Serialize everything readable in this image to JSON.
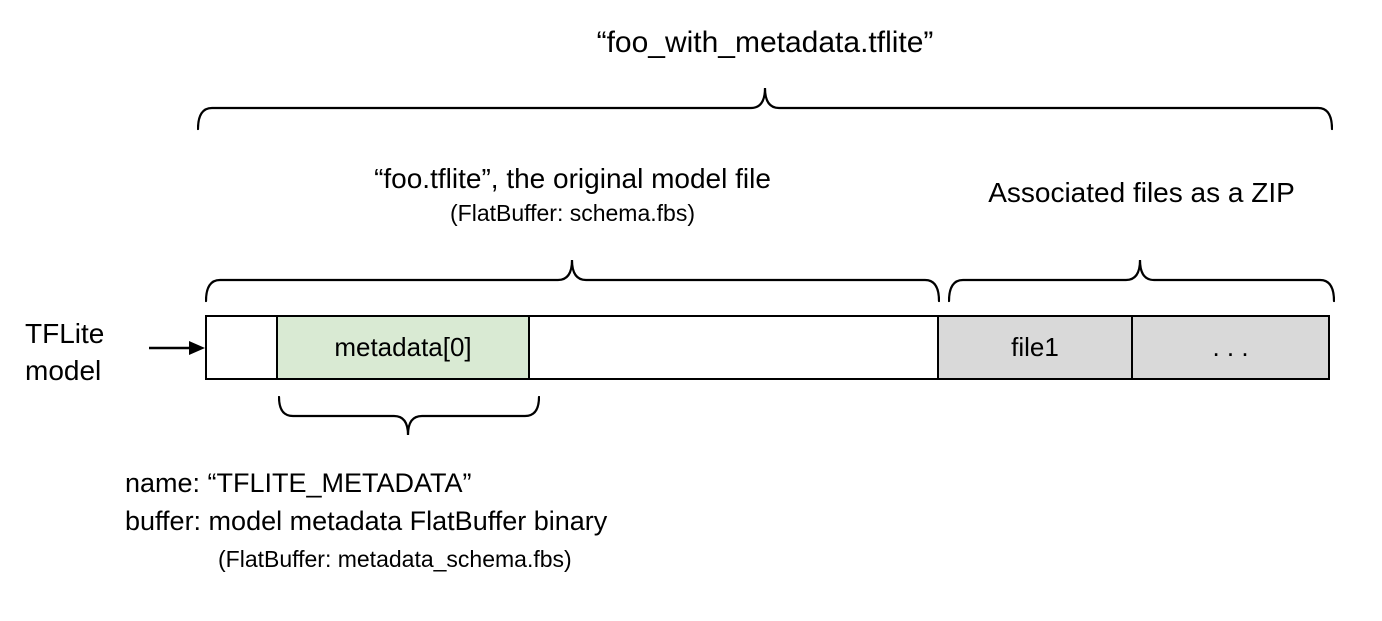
{
  "title": "“foo_with_metadata.tflite”",
  "model_file": {
    "line1": "“foo.tflite”, the original model file",
    "line2": "(FlatBuffer: schema.fbs)"
  },
  "zip_label": "Associated files as a ZIP",
  "model_pointer": {
    "line1": "TFLite",
    "line2": "model"
  },
  "bar": {
    "segments": [
      {
        "label": "",
        "fill": "#ffffff"
      },
      {
        "label": "metadata[0]",
        "fill": "#d9ead3"
      },
      {
        "label": "",
        "fill": "#ffffff"
      },
      {
        "label": "file1",
        "fill": "#d9d9d9"
      },
      {
        "label": ". . .",
        "fill": "#d9d9d9"
      }
    ]
  },
  "metadata_note": {
    "line1": "name: “TFLITE_METADATA”",
    "line2": "buffer: model metadata FlatBuffer binary",
    "line3": "(FlatBuffer: metadata_schema.fbs)"
  },
  "colors": {
    "segment_green": "#d9ead3",
    "segment_gray": "#d9d9d9",
    "stroke": "#000000",
    "background": "#ffffff"
  }
}
